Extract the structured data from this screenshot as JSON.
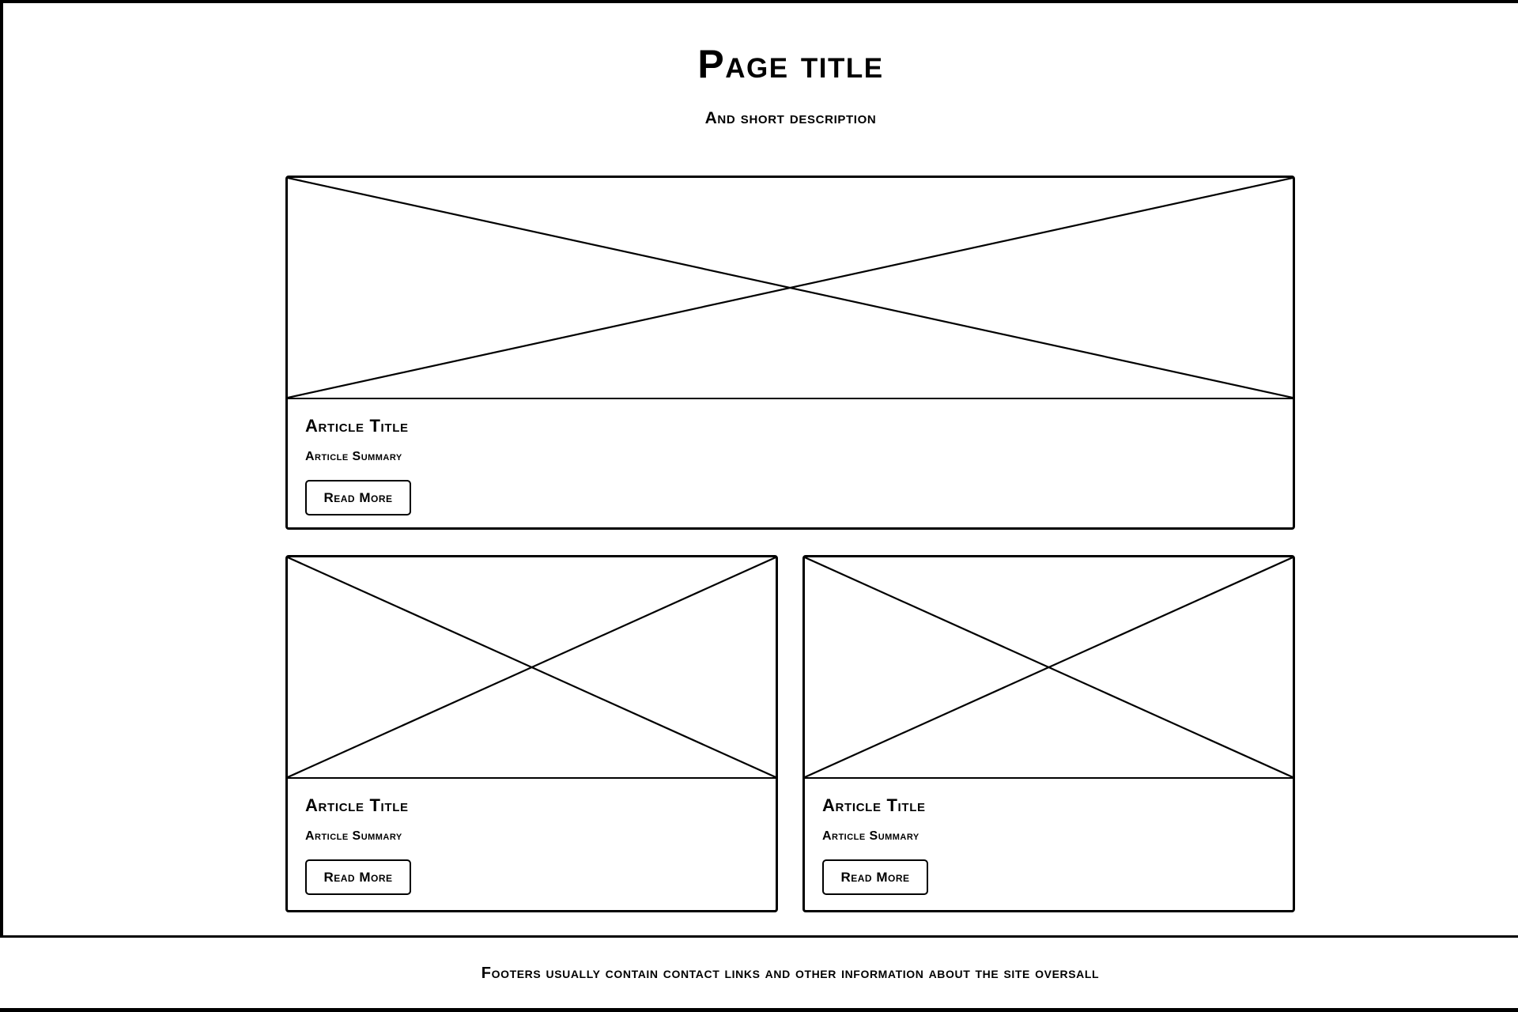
{
  "header": {
    "title": "Page title",
    "subtitle": "And short description"
  },
  "featured_article": {
    "title": "Article Title",
    "summary": "Article Summary",
    "button_label": "Read More"
  },
  "articles": [
    {
      "title": "Article Title",
      "summary": "Article Summary",
      "button_label": "Read More"
    },
    {
      "title": "Article Title",
      "summary": "Article Summary",
      "button_label": "Read More"
    }
  ],
  "footer": {
    "text": "Footers usually contain contact links and other information about the site oversall"
  },
  "icons": {
    "image_placeholder": "crossed-box-x"
  },
  "colors": {
    "stroke": "#000000",
    "background": "#ffffff"
  }
}
